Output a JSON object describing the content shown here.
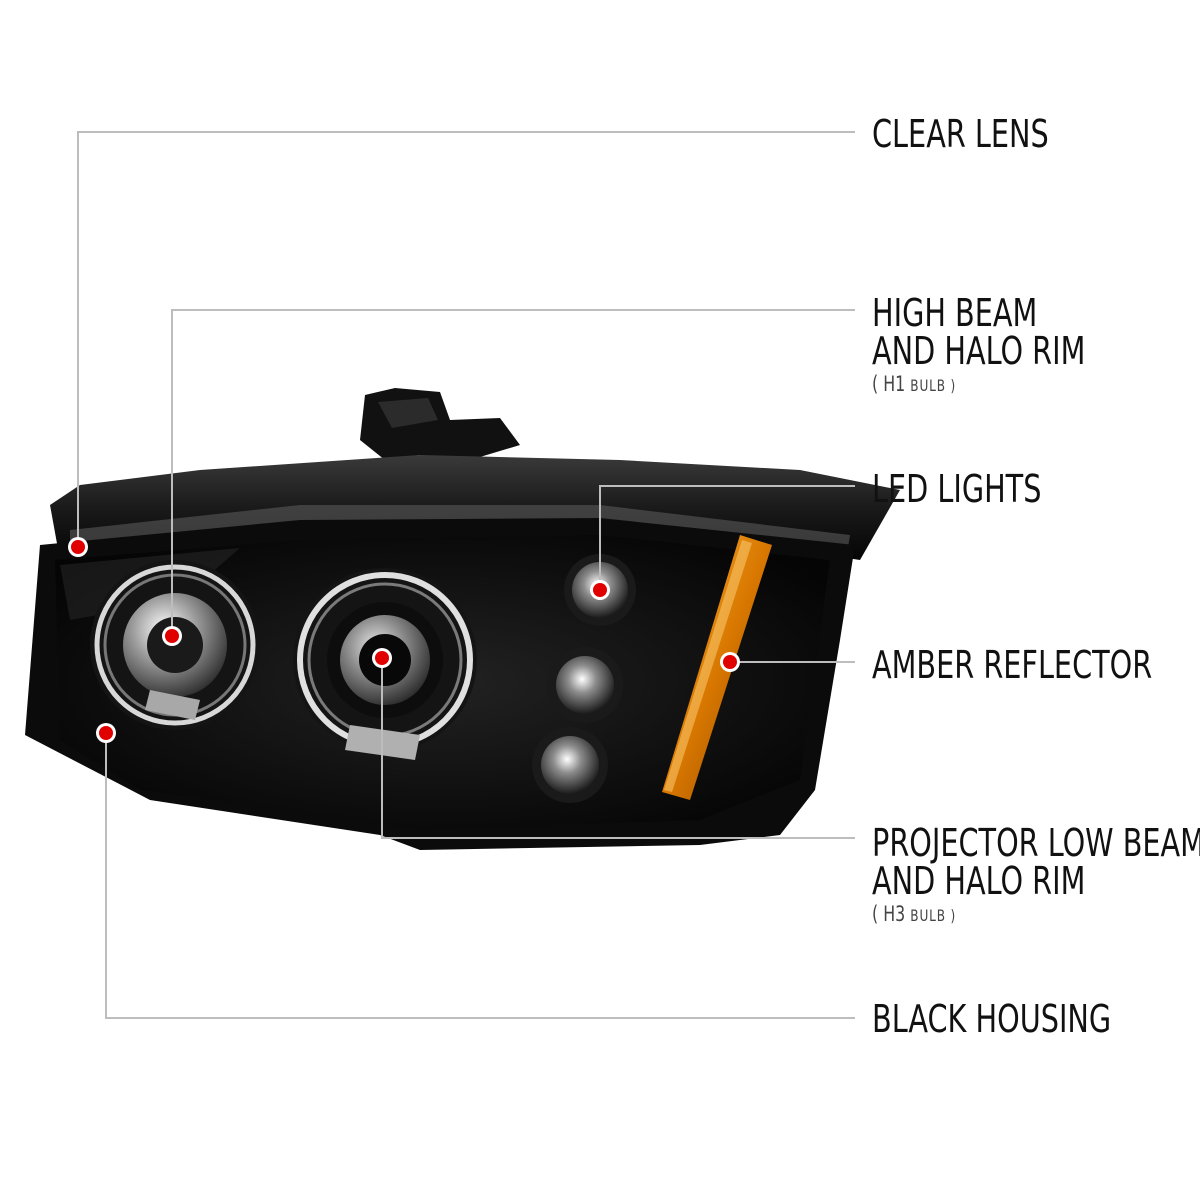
{
  "title": "",
  "colors": {
    "leader_line": "#bdbdbd",
    "callout_dot": "#e00000",
    "housing": "#0a0a0a",
    "amber": "#e08a00",
    "chrome": "#c8c8c8"
  },
  "callouts": {
    "clear_lens": {
      "label": "CLEAR LENS"
    },
    "high_beam": {
      "line1": "HIGH BEAM",
      "line2": "AND HALO RIM",
      "bulb_open": "( H1",
      "bulb_word": "BULB )"
    },
    "led_lights": {
      "label": "LED LIGHTS"
    },
    "amber_reflector": {
      "label": "AMBER REFLECTOR"
    },
    "low_beam": {
      "line1": "PROJECTOR LOW BEAM",
      "line2": "AND HALO RIM",
      "bulb_open": "( H3",
      "bulb_word": "BULB )"
    },
    "black_housing": {
      "label": "BLACK HOUSING"
    }
  },
  "product_image": {
    "icon": "headlight-assembly-illustration"
  }
}
